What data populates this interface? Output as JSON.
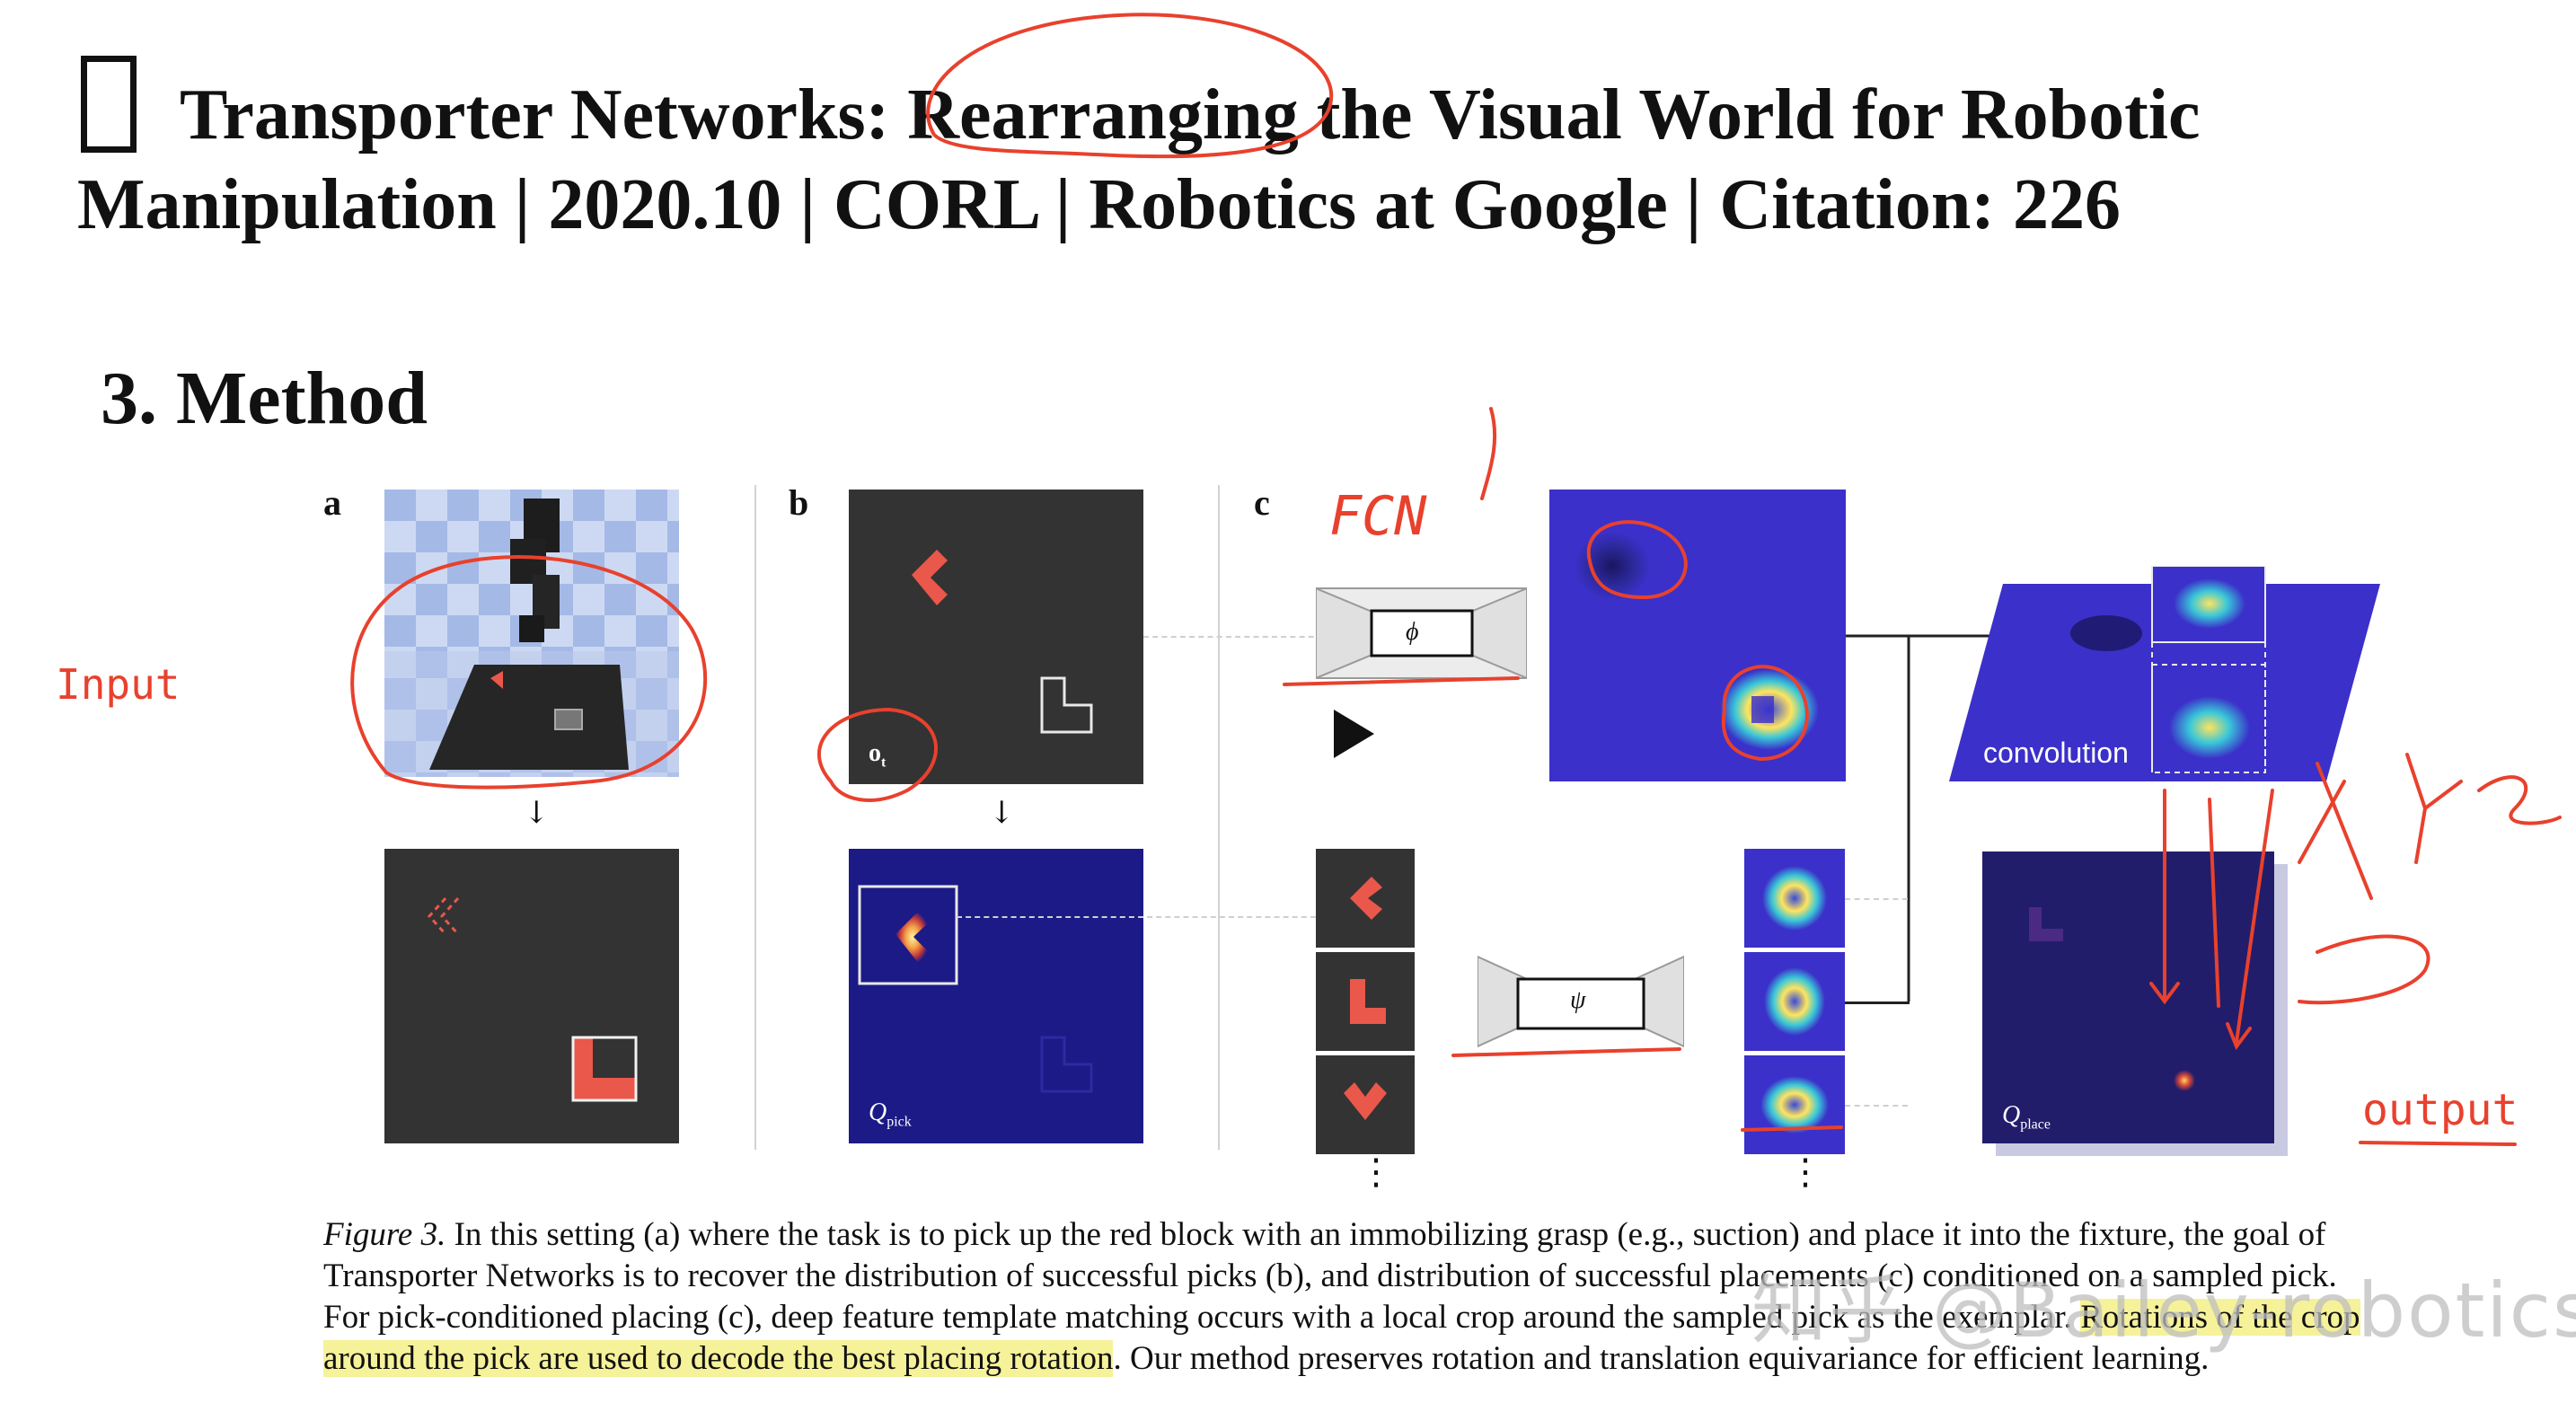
{
  "title": {
    "line1": "Transporter Networks: Rearranging the Visual World for Robotic",
    "line2": "Manipulation | 2020.10 | CORL | Robotics at Google | Citation: 226"
  },
  "section": {
    "heading": "3. Method"
  },
  "figure": {
    "panel_a_label": "a",
    "panel_b_label": "b",
    "panel_c_label": "c",
    "obs_label": "o",
    "obs_sub": "t",
    "q_pick_label": "Q",
    "q_pick_sub": "pick",
    "q_place_label": "Q",
    "q_place_sub": "place",
    "phi_label": "ϕ",
    "psi_label": "ψ",
    "convolution_label": "convolution"
  },
  "caption": {
    "fig_label": "Figure 3.",
    "part1": "In this setting (a) where the task is to pick up the red block with an immobilizing grasp (e.g., suction) and place it into the fixture, the goal of Transporter Networks is to recover the distribution of successful picks (b), and distribution of successful placements (c) conditioned on a sampled pick. For pick-conditioned placing (c), deep feature template matching occurs with a local crop around the sampled pick as the exemplar.",
    "highlighted": "Rotations of the crop around the pick are used to decode the best placing rotation",
    "part2": ". Our method preserves rotation and translation equivariance for efficient learning."
  },
  "annotations": {
    "input": "Input",
    "output": "output",
    "fcn": "FCN"
  },
  "watermark": "知乎 @Bailey-robotics",
  "colors": {
    "annotation_red": "#e8412d",
    "block_red": "#e9584b",
    "heatmap_bg": "#3b30c9",
    "dark_panel": "#333333",
    "highlight": "#f6f29a"
  }
}
